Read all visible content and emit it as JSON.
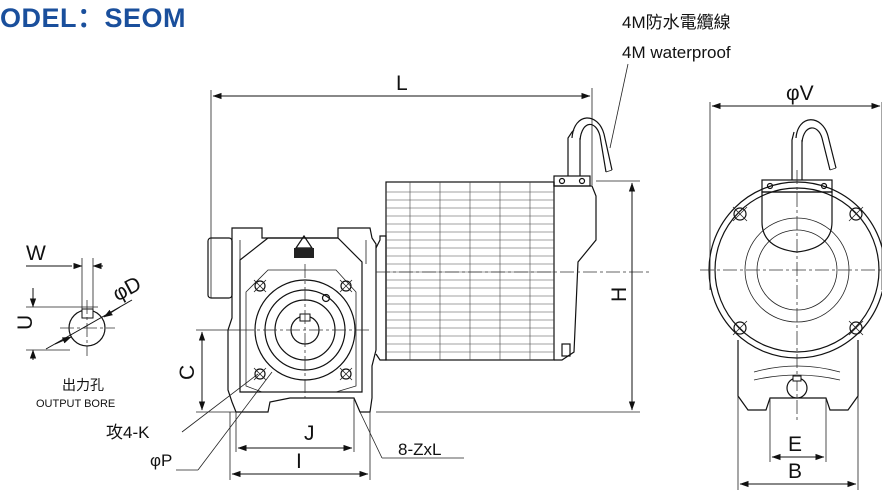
{
  "title": "ODEL：SEOM",
  "cable_note": {
    "line1": "4M防水電纜線",
    "line2": "4M waterproof"
  },
  "dimensions": {
    "L": "L",
    "H": "H",
    "C": "C",
    "J": "J",
    "I": "I",
    "W": "W",
    "U": "U",
    "D": "φD",
    "V": "φV",
    "E": "E",
    "B": "B",
    "P": "φP",
    "K": "攻4-K",
    "Z": "8-ZxL"
  },
  "bore": {
    "label_cn": "出力孔",
    "label_en": "OUTPUT BORE"
  },
  "colors": {
    "title": "#1a4f9c",
    "line": "#111111"
  }
}
